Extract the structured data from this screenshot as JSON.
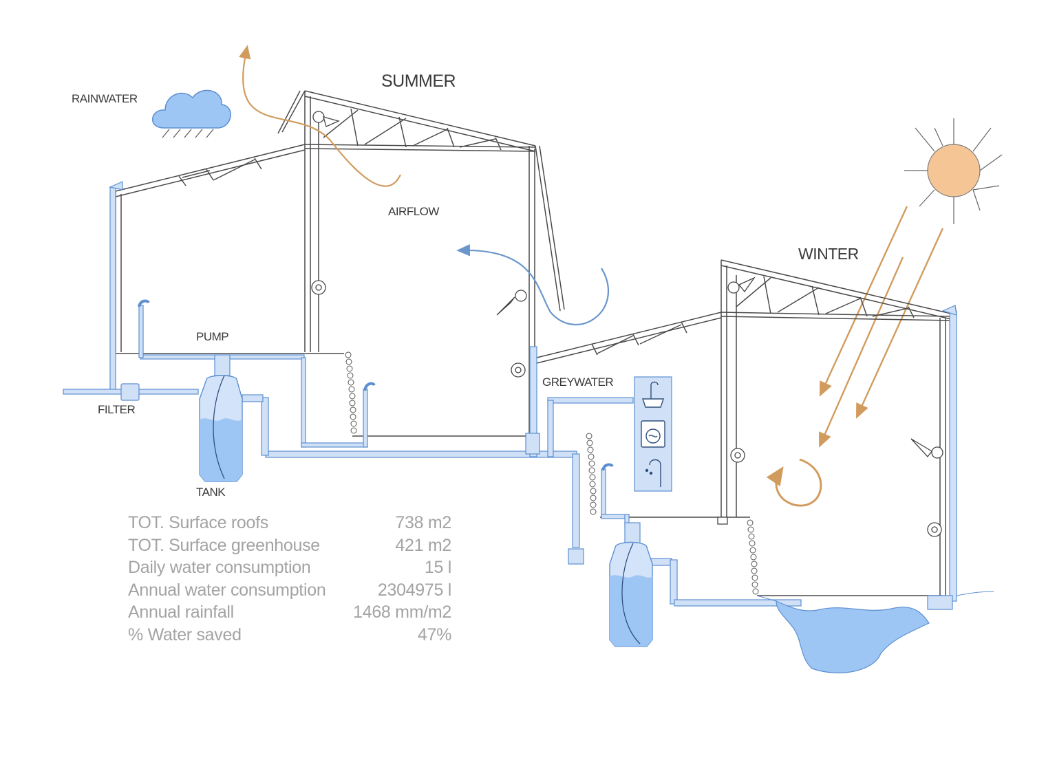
{
  "labels": {
    "summer": "SUMMER",
    "winter": "WINTER",
    "rainwater": "RAINWATER",
    "airflow": "AIRFLOW",
    "pump": "PUMP",
    "filter": "FILTER",
    "tank": "TANK",
    "greywater": "GREYWATER"
  },
  "stats": [
    {
      "label": "TOT. Surface roofs",
      "value": "738 m2"
    },
    {
      "label": "TOT. Surface greenhouse",
      "value": "421 m2"
    },
    {
      "label": "Daily water consumption",
      "value": "15 l"
    },
    {
      "label": "Annual water consumption",
      "value": "2304975 l"
    },
    {
      "label": "Annual rainfall",
      "value": "1468 mm/m2"
    },
    {
      "label": "% Water saved",
      "value": "47%"
    }
  ],
  "colors": {
    "water_light": "#d3e4fa",
    "water": "#9ec6f4",
    "water_stroke": "#5c8fd0",
    "pipe": "#cfe0f7",
    "airflow_warm": "#d29b5e",
    "sun": "#f6c595",
    "frame": "#4a4a4a"
  },
  "icons": [
    "cloud-icon",
    "sun-icon",
    "sink-icon",
    "washing-machine-icon",
    "shower-icon",
    "fan-icon",
    "pump-icon",
    "filter-icon",
    "faucet-icon"
  ]
}
